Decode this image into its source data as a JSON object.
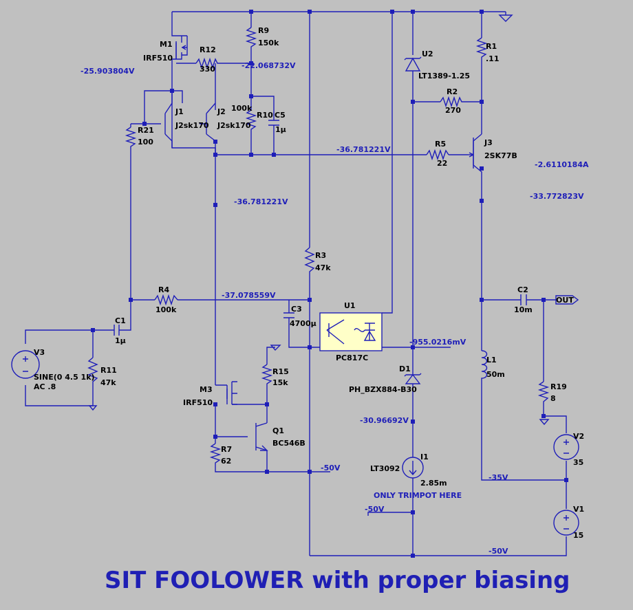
{
  "title": "SIT FOOLOWER with proper biasing",
  "colors": {
    "background": "#c0c0c0",
    "wire": "#1e1eb8",
    "label": "#000000",
    "optocoupler_fill": "#ffffc8"
  },
  "components": {
    "M1": {
      "ref": "M1",
      "value": "IRF510"
    },
    "M3": {
      "ref": "M3",
      "value": "IRF510"
    },
    "J1": {
      "ref": "J1",
      "value": "J2sk170"
    },
    "J2": {
      "ref": "J2",
      "value": "J2sk170"
    },
    "J3": {
      "ref": "J3",
      "value": "2SK77B"
    },
    "Q1": {
      "ref": "Q1",
      "value": "BC546B"
    },
    "U1": {
      "ref": "U1",
      "value": "PC817C"
    },
    "U2": {
      "ref": "U2",
      "value": "LT1389-1.25"
    },
    "D1": {
      "ref": "D1",
      "value": "PH_BZX884-B30"
    },
    "I1": {
      "ref": "I1",
      "value": "LT3092",
      "value2": "2.85m"
    },
    "R1": {
      "ref": "R1",
      "value": ".11"
    },
    "R2": {
      "ref": "R2",
      "value": "270"
    },
    "R3": {
      "ref": "R3",
      "value": "47k"
    },
    "R4": {
      "ref": "R4",
      "value": "100k"
    },
    "R5": {
      "ref": "R5",
      "value": "22"
    },
    "R7": {
      "ref": "R7",
      "value": "62"
    },
    "R9": {
      "ref": "R9",
      "value": "150k"
    },
    "R10": {
      "ref": "R10",
      "value": "100k"
    },
    "R11": {
      "ref": "R11",
      "value": "47k"
    },
    "R12": {
      "ref": "R12",
      "value": "330"
    },
    "R15": {
      "ref": "R15",
      "value": "15k"
    },
    "R19": {
      "ref": "R19",
      "value": "8"
    },
    "R21": {
      "ref": "R21",
      "value": "100"
    },
    "C1": {
      "ref": "C1",
      "value": "1µ"
    },
    "C2": {
      "ref": "C2",
      "value": "10m"
    },
    "C3": {
      "ref": "C3",
      "value": "4700µ"
    },
    "C5": {
      "ref": "C5",
      "value": "1µ"
    },
    "L1": {
      "ref": "L1",
      "value": "50m"
    },
    "V1": {
      "ref": "V1",
      "value": "15"
    },
    "V2": {
      "ref": "V2",
      "value": "35"
    },
    "V3": {
      "ref": "V3",
      "value": "SINE(0 4.5 1k)",
      "value2": "AC .8"
    }
  },
  "net_labels": {
    "n1": "-25.903804V",
    "n2": "-22.068732V",
    "n3": "-36.781221V",
    "n4": "-36.781221V",
    "n5": "-2.6110184A",
    "n6": "-33.772823V",
    "n7": "-37.078559V",
    "n8": "-955.0216mV",
    "n9": "-30.96692V",
    "n10": "-50V",
    "n11": "-35V",
    "n12": "-50V",
    "n13": "-50V"
  },
  "out_port": "OUT",
  "note": "ONLY TRIMPOT HERE"
}
